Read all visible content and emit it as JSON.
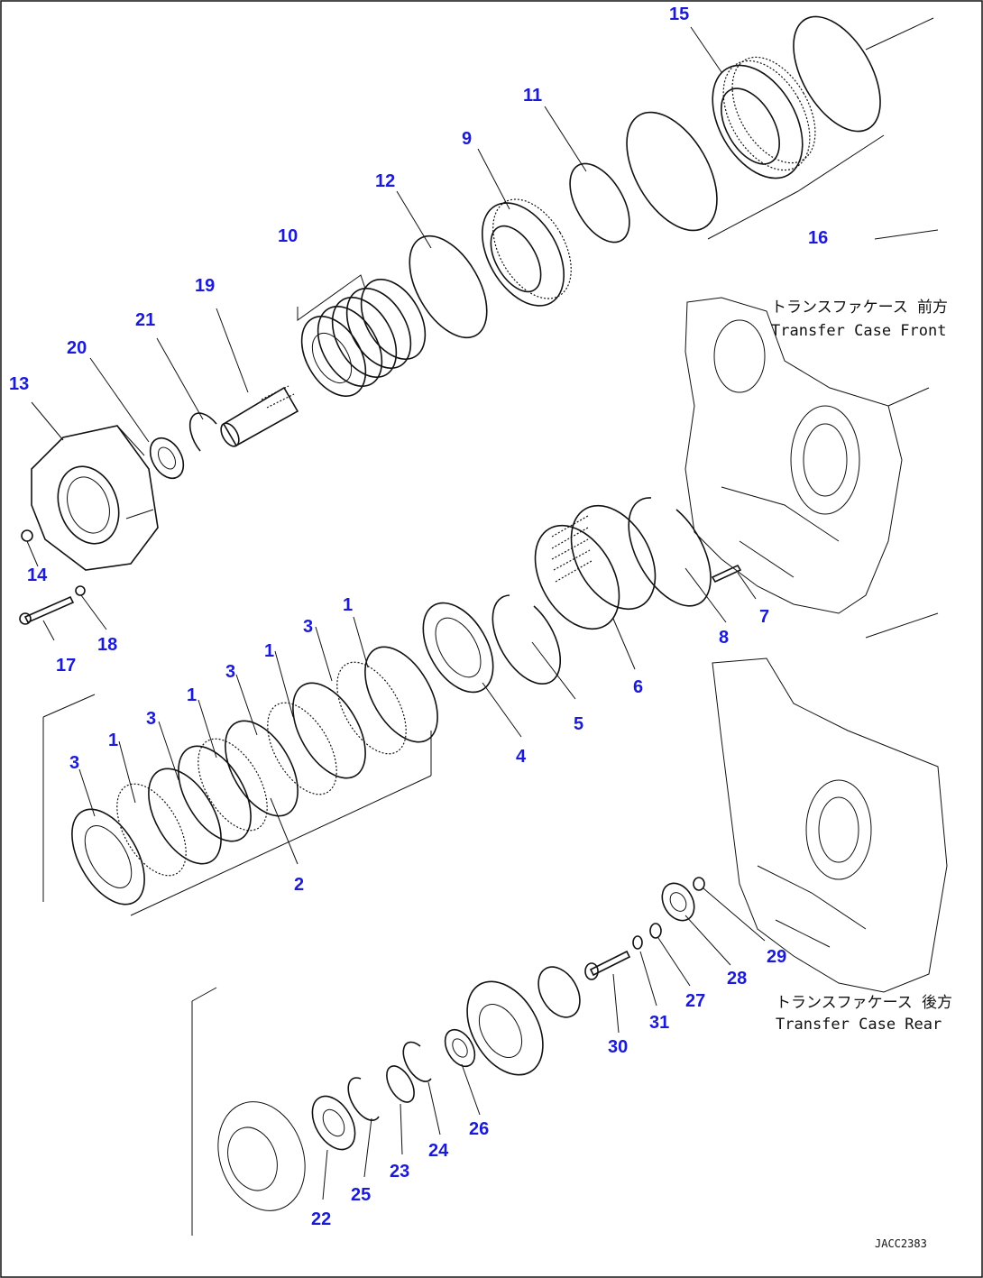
{
  "colors": {
    "callout": "#1a1ad8",
    "line": "#111111",
    "background": "#ffffff"
  },
  "notes": {
    "front_jp": "トランスファケース 前方",
    "front_en": "Transfer Case Front",
    "rear_jp": "トランスファケース 後方",
    "rear_en": "Transfer Case Rear"
  },
  "drawing_code": "JACC2383",
  "callouts": [
    {
      "n": "15"
    },
    {
      "n": "11"
    },
    {
      "n": "9"
    },
    {
      "n": "12"
    },
    {
      "n": "16"
    },
    {
      "n": "10"
    },
    {
      "n": "19"
    },
    {
      "n": "21"
    },
    {
      "n": "20"
    },
    {
      "n": "13"
    },
    {
      "n": "14"
    },
    {
      "n": "17"
    },
    {
      "n": "18"
    },
    {
      "n": "7"
    },
    {
      "n": "8"
    },
    {
      "n": "6"
    },
    {
      "n": "5"
    },
    {
      "n": "4"
    },
    {
      "n": "1"
    },
    {
      "n": "3"
    },
    {
      "n": "1"
    },
    {
      "n": "3"
    },
    {
      "n": "1"
    },
    {
      "n": "3"
    },
    {
      "n": "1"
    },
    {
      "n": "3"
    },
    {
      "n": "2"
    },
    {
      "n": "29"
    },
    {
      "n": "28"
    },
    {
      "n": "27"
    },
    {
      "n": "31"
    },
    {
      "n": "30"
    },
    {
      "n": "26"
    },
    {
      "n": "24"
    },
    {
      "n": "23"
    },
    {
      "n": "25"
    },
    {
      "n": "22"
    }
  ]
}
